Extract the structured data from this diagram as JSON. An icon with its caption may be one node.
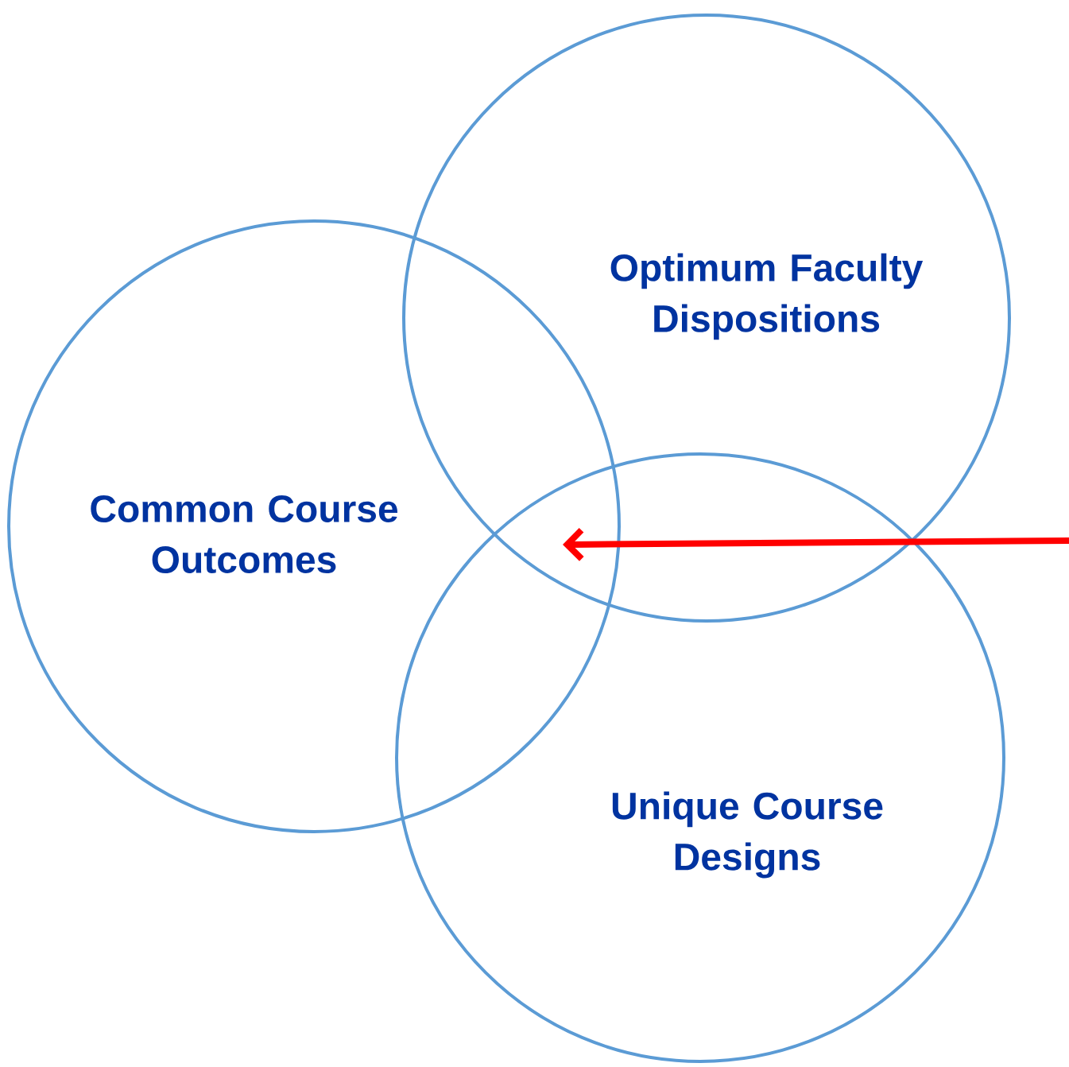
{
  "diagram": {
    "nodes": [
      {
        "text": [
          "Optimum Faculty Dispositions"
        ]
      },
      {
        "text": [
          "Common Course Outcomes"
        ]
      },
      {
        "text": [
          "Unique Course Designs"
        ]
      }
    ]
  }
}
